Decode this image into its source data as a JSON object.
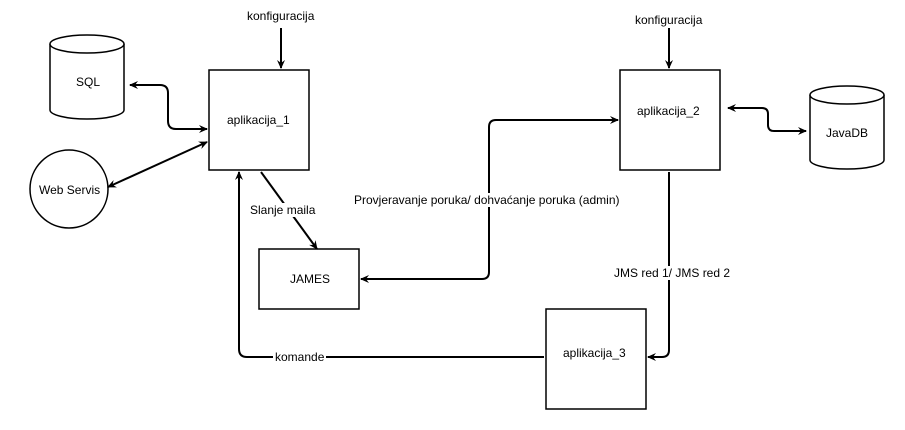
{
  "nodes": {
    "sql": "SQL",
    "web_servis": "Web Servis",
    "aplikacija_1": "aplikacija_1",
    "aplikacija_2": "aplikacija_2",
    "aplikacija_3": "aplikacija_3",
    "james": "JAMES",
    "javadb": "JavaDB"
  },
  "edges": {
    "konfiguracija_1": "konfiguracija",
    "konfiguracija_2": "konfiguracija",
    "slanje_maila": "Slanje maila",
    "provjeravanje": "Provjeravanje poruka/ dohvaćanje poruka (admin)",
    "jms_red": "JMS red 1/ JMS red 2",
    "komande": "komande"
  },
  "colors": {
    "stroke": "#000000",
    "fill": "#ffffff",
    "text": "#000000"
  }
}
